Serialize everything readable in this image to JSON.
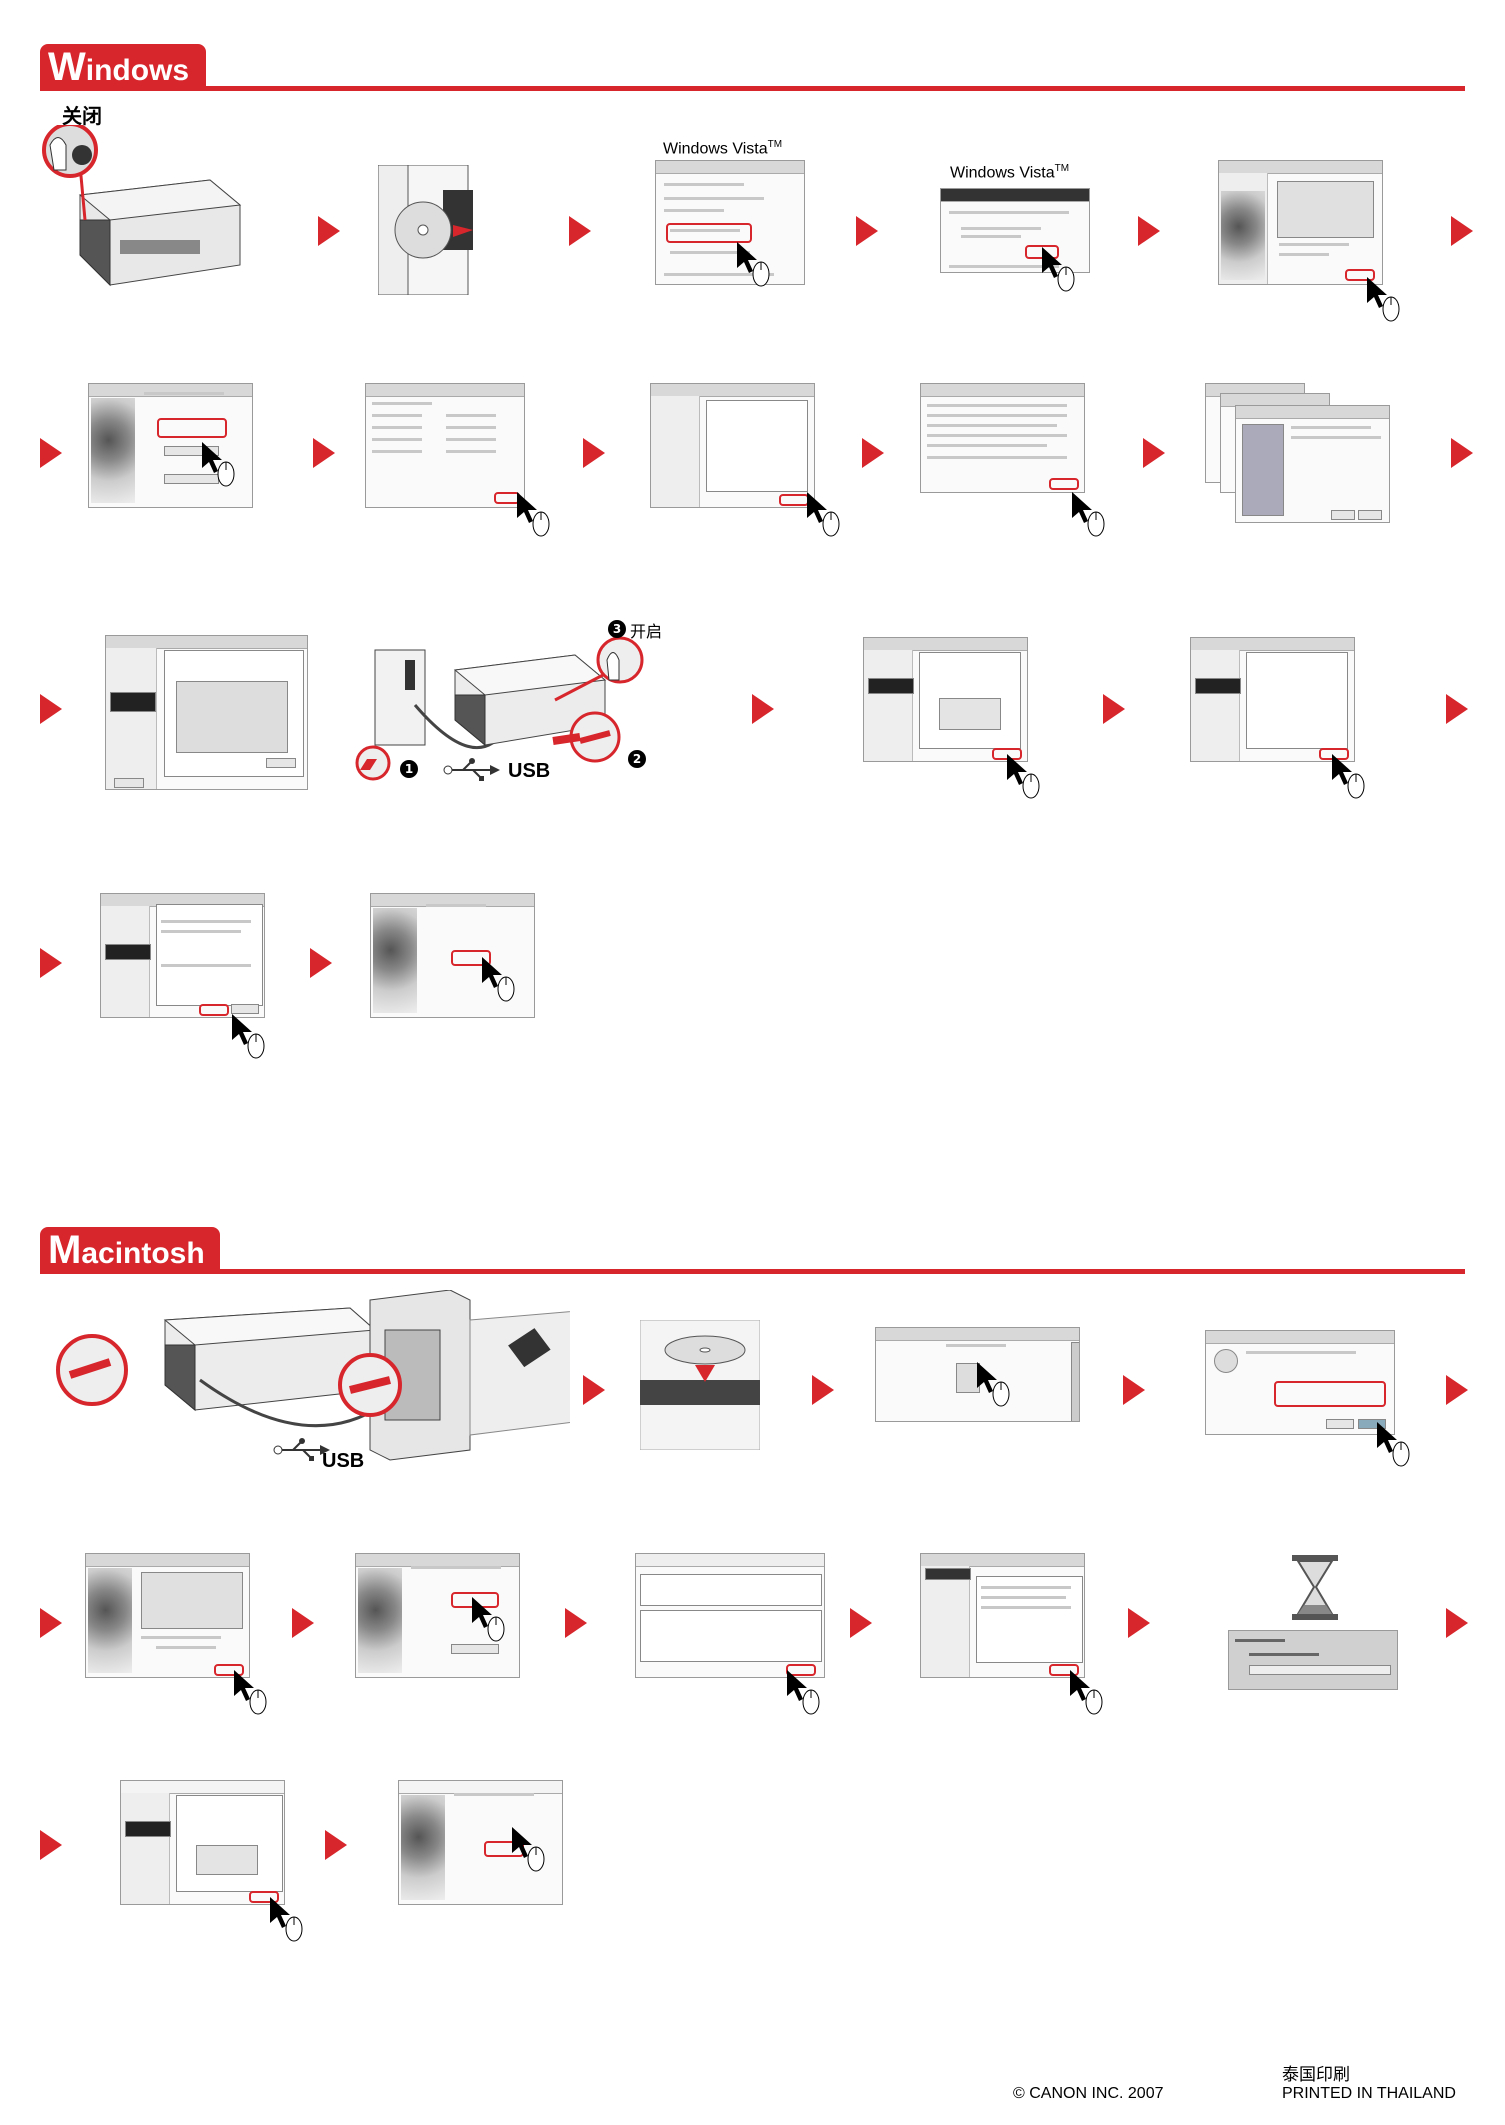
{
  "windows": {
    "tag_initial": "W",
    "tag_rest": "indows",
    "power_off_label": "关闭",
    "vista_label_1": "Windows Vista",
    "vista_label_2": "Windows Vista",
    "tm": "TM",
    "power_on_label": "开启",
    "usb_label": "USB",
    "step_numbers": [
      "1",
      "2",
      "3"
    ]
  },
  "macintosh": {
    "tag_initial": "M",
    "tag_rest": "acintosh",
    "usb_label": "USB"
  },
  "footer": {
    "copyright": "© CANON INC. 2007",
    "printed_cn": "泰国印刷",
    "printed_en": "PRINTED IN THAILAND"
  },
  "colors": {
    "accent": "#d7262c"
  },
  "icons": [
    "cursor-icon",
    "mouse-icon",
    "usb-symbol-icon",
    "arrow-right-icon",
    "power-button-icon",
    "cd-disc-icon",
    "hourglass-icon"
  ]
}
